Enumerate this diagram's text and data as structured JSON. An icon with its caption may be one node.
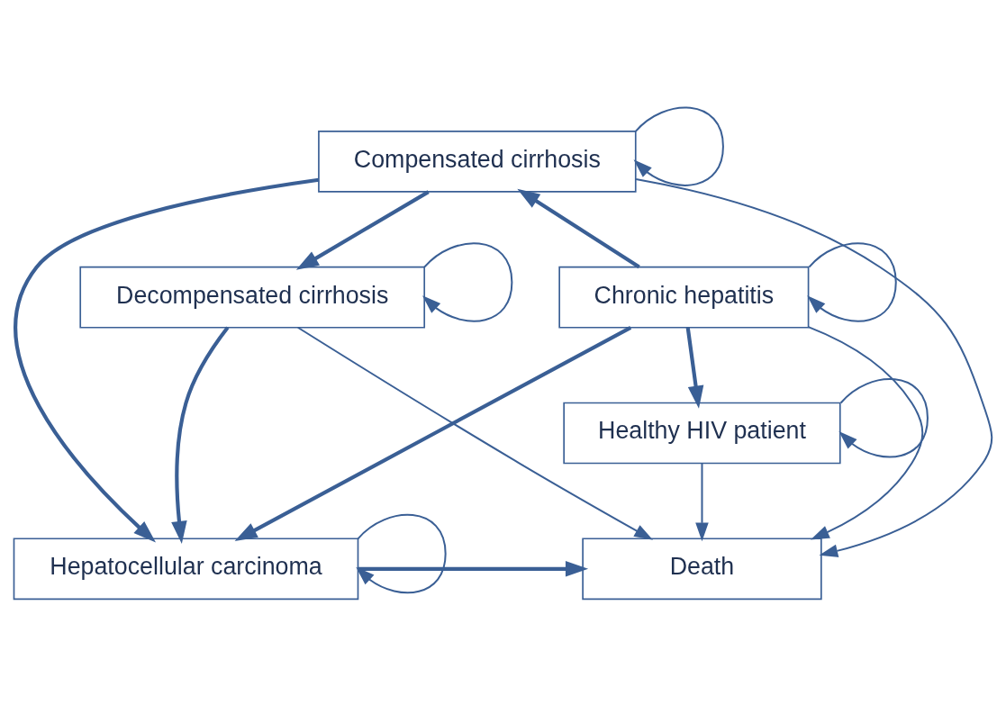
{
  "diagram": {
    "nodes": [
      {
        "text": [
          "Healthy HIV patient"
        ]
      },
      {
        "text": [
          "Compensated cirrhosis"
        ]
      },
      {
        "text": [
          "Chronic hepatitis"
        ]
      },
      {
        "text": [
          "Decompensated cirrhosis"
        ]
      },
      {
        "text": [
          "Death"
        ]
      },
      {
        "text": [
          "Hepatocellular carcinoma"
        ]
      }
    ],
    "edges": [
      {
        "from": 0,
        "to": 0,
        "arrow": "to"
      },
      {
        "from": 1,
        "to": 1,
        "arrow": "to"
      },
      {
        "from": 2,
        "to": 2,
        "arrow": "to"
      },
      {
        "from": 3,
        "to": 3,
        "arrow": "to"
      },
      {
        "from": 5,
        "to": 5,
        "arrow": "to"
      },
      {
        "from": 2,
        "to": 0,
        "arrow": "to",
        "style": "thick"
      },
      {
        "from": 2,
        "to": 1,
        "arrow": "to",
        "style": "thick"
      },
      {
        "from": 1,
        "to": 3,
        "arrow": "to",
        "style": "thick"
      },
      {
        "from": 0,
        "to": 4,
        "arrow": "to"
      },
      {
        "from": 1,
        "to": 4,
        "arrow": "to"
      },
      {
        "from": 1,
        "to": 5,
        "arrow": "to",
        "style": "thick"
      },
      {
        "from": 2,
        "to": 4,
        "arrow": "to"
      },
      {
        "from": 2,
        "to": 5,
        "arrow": "to",
        "style": "thick"
      },
      {
        "from": 3,
        "to": 4,
        "arrow": "to"
      },
      {
        "from": 3,
        "to": 5,
        "arrow": "to",
        "style": "thick"
      },
      {
        "from": 5,
        "to": 4,
        "arrow": "to",
        "style": "thick"
      }
    ]
  }
}
